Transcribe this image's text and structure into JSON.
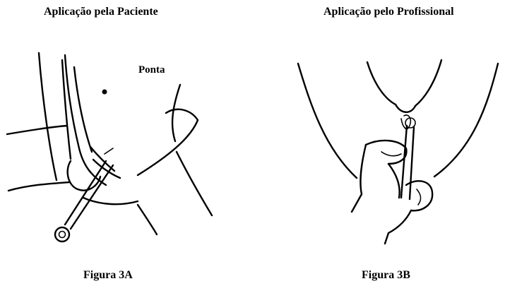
{
  "figure_a": {
    "title": "Aplicação pela Paciente",
    "label": "Ponta",
    "caption": "Figura 3A"
  },
  "figure_b": {
    "title": "Aplicação pelo Profissional",
    "caption": "Figura 3B"
  }
}
